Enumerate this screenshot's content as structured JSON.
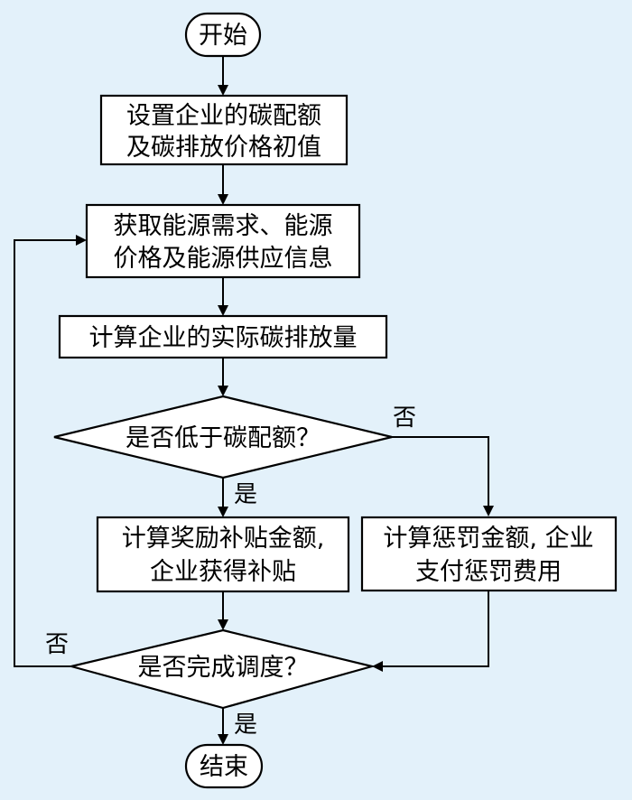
{
  "nodes": {
    "start": "开始",
    "init_line1": "设置企业的碳配额",
    "init_line2": "及碳排放价格初值",
    "get_info_line1": "获取能源需求、能源",
    "get_info_line2": "价格及能源供应信息",
    "calc_emission": "计算企业的实际碳排放量",
    "decision_quota": "是否低于碳配额？",
    "reward_line1": "计算奖励补贴金额,",
    "reward_line2": "企业获得补贴",
    "penalty_line1": "计算惩罚金额, 企业",
    "penalty_line2": "支付惩罚费用",
    "decision_done": "是否完成调度？",
    "end": "结束"
  },
  "edge_labels": {
    "quota_no": "否",
    "quota_yes": "是",
    "done_no": "否",
    "done_yes": "是"
  },
  "colors": {
    "background": "#e3f1fa",
    "box_fill": "#ffffff",
    "stroke": "#000000"
  }
}
